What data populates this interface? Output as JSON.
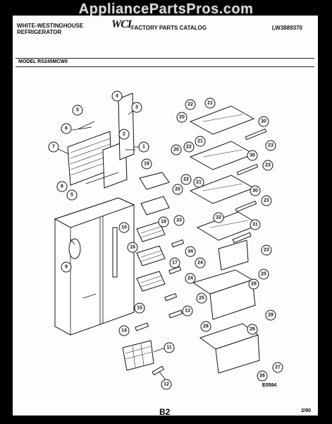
{
  "watermark": "AppliancePartsPros.com",
  "header": {
    "brand_line1": "WHITE-WESTINGHOUSE",
    "brand_line2": "REFRIGERATOR",
    "logo": "WCI",
    "catalog_title": "FACTORY PARTS CATALOG",
    "catalog_number": "LW3889370"
  },
  "model_label": "MODEL RS245MCW0",
  "drawing_id": "E0584",
  "page_number": "B2",
  "date": "2/90",
  "callouts": [
    "1",
    "2",
    "3",
    "4",
    "5",
    "6",
    "7",
    "8",
    "5",
    "9",
    "10",
    "11",
    "12",
    "13",
    "14",
    "15",
    "16",
    "17",
    "18",
    "19",
    "20",
    "21",
    "22",
    "23",
    "24",
    "25",
    "26",
    "27",
    "28",
    "29",
    "30",
    "31",
    "32",
    "33",
    "34",
    "20",
    "21",
    "22",
    "23",
    "30",
    "20",
    "21",
    "22",
    "23",
    "30",
    "23",
    "24",
    "25",
    "26",
    "29"
  ]
}
